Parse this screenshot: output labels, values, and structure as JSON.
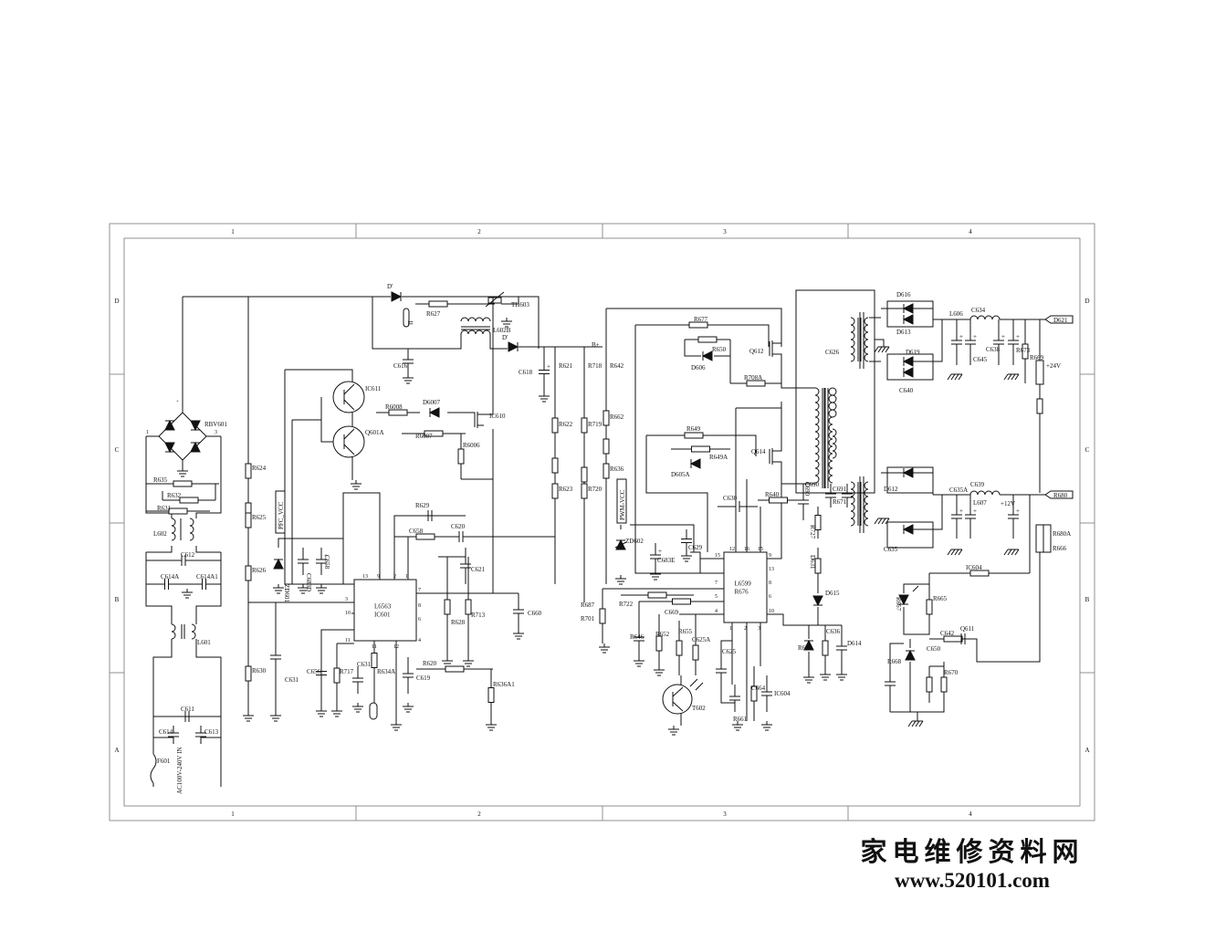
{
  "frame": {
    "cols": [
      "1",
      "2",
      "3",
      "4"
    ],
    "rows": [
      "D",
      "C",
      "B",
      "A"
    ]
  },
  "components": [
    "D'",
    "TH603",
    "R627",
    "L602B",
    "D'",
    "C616",
    "B+",
    "IC611",
    "R6008",
    "D6007",
    "Q601A",
    "IC610",
    "R6007",
    "R6006",
    "C618",
    "R621",
    "R622",
    "R623",
    "R718",
    "R719",
    "R720",
    "R642",
    "R662",
    "R636",
    "PWM-VCC",
    "RBV601",
    "R635",
    "R632",
    "R631",
    "L602",
    "C612",
    "C614A",
    "C614A1",
    "L601",
    "C611",
    "C614",
    "C613",
    "F601",
    "AC100V-240V IN",
    "R624",
    "R625",
    "R626",
    "R630",
    "PFC_VCC",
    "ZD601",
    "C621",
    "C683D",
    "C620",
    "C658",
    "R629",
    "L6563",
    "IC601",
    "R628",
    "R713",
    "C660",
    "C622",
    "C656",
    "R717",
    "C631",
    "R634A",
    "R620",
    "C619",
    "R636A1",
    "R677",
    "R650",
    "Q612",
    "D606",
    "R708A",
    "R649",
    "R649A",
    "Q614",
    "D605A",
    "C630",
    "R640",
    "C629",
    "ZD602",
    "C683E",
    "IC607",
    "L6599",
    "R676",
    "R687",
    "R701",
    "R722",
    "C669",
    "R646",
    "R652",
    "R655",
    "C625A",
    "C625",
    "C665",
    "R661",
    "C664",
    "IC604",
    "T602",
    "C626",
    "C690",
    "C691",
    "R671",
    "R727",
    "D631",
    "D615",
    "R675",
    "C636",
    "D614",
    "D616",
    "D613",
    "D619",
    "C640",
    "L606",
    "C634",
    "C645",
    "C638",
    "R673",
    "R669",
    "+24V",
    "D621",
    "D612",
    "C635",
    "C635A",
    "L607",
    "C639",
    "+12V",
    "R680",
    "R680A",
    "R666",
    "IC604",
    "R667",
    "R665",
    "C642",
    "Q611",
    "C650",
    "R668",
    "R670"
  ],
  "pins": [
    "1",
    "2",
    "3",
    "+",
    "-",
    "1",
    "2",
    "13",
    "9",
    "2",
    "1",
    "3",
    "14",
    "10",
    "7",
    "8",
    "6",
    "5",
    "11",
    "12",
    "4",
    "12",
    "16",
    "15",
    "9",
    "13",
    "7",
    "5",
    "4",
    "1",
    "2",
    "3",
    "8",
    "6",
    "10",
    "11"
  ],
  "watermark": {
    "cn": "家电维修资料网",
    "url": "www.520101.com"
  }
}
